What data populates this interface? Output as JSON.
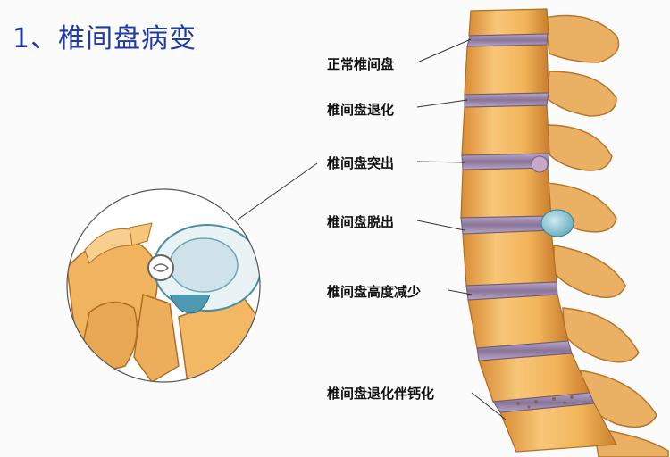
{
  "title": "1、椎间盘病变",
  "labels": [
    "正常椎间盘",
    "椎间盘退化",
    "椎间盘突出",
    "椎间盘脱出",
    "椎间盘高度减少",
    "椎间盘退化伴钙化"
  ],
  "colors": {
    "title": "#1f3aa8",
    "bone": "#f0b75c",
    "bone_shade": "#cf8a34",
    "disc": "#8d7aa3",
    "herniation": "#7fbfce",
    "leader": "#333333"
  }
}
